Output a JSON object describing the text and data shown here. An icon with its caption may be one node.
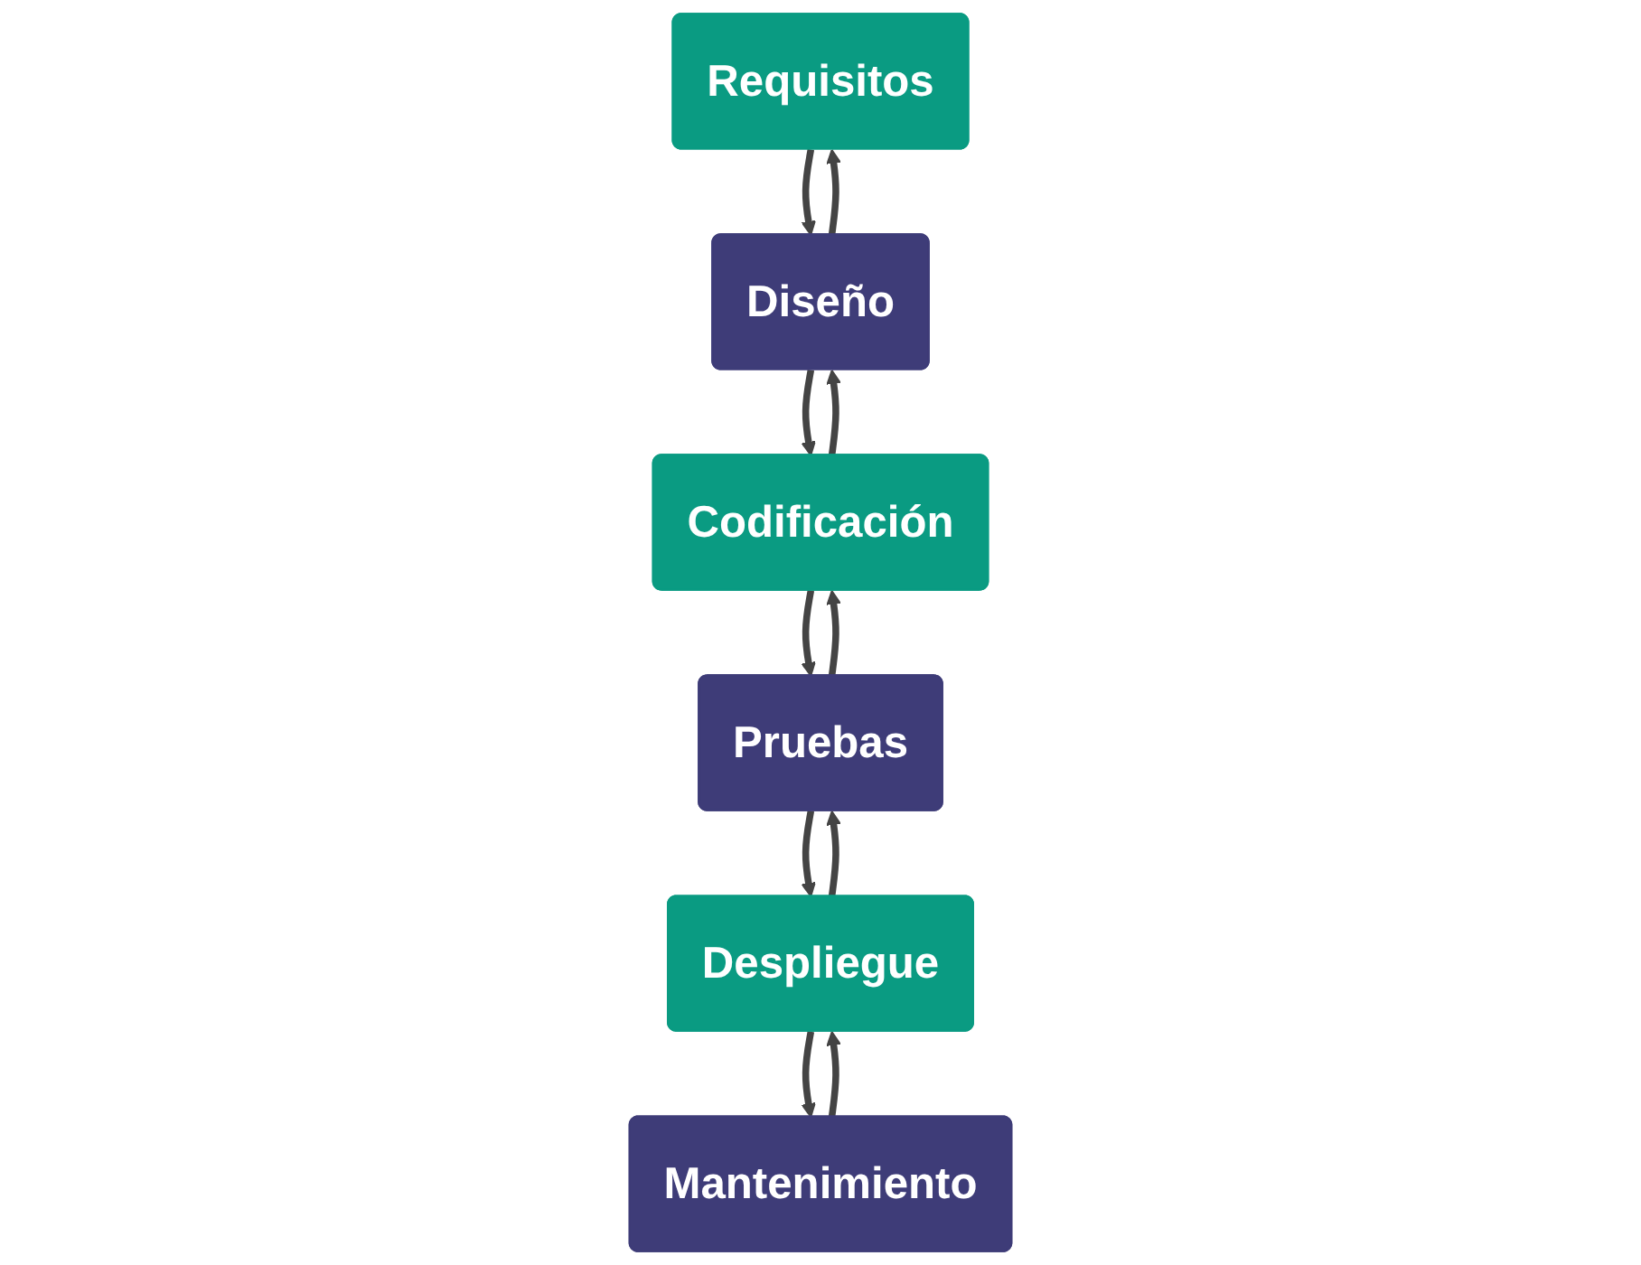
{
  "diagram": {
    "nodes": [
      {
        "text": [
          "Requisitos"
        ]
      },
      {
        "text": [
          "Diseño"
        ]
      },
      {
        "text": [
          "Codificación"
        ]
      },
      {
        "text": [
          "Pruebas"
        ]
      },
      {
        "text": [
          "Despliegue"
        ]
      },
      {
        "text": [
          "Mantenimiento"
        ]
      }
    ],
    "edges": [
      {
        "from": 0,
        "to": 1,
        "arrow": "to"
      },
      {
        "from": 1,
        "to": 2,
        "arrow": "to"
      },
      {
        "from": 2,
        "to": 3,
        "arrow": "to"
      },
      {
        "from": 3,
        "to": 4,
        "arrow": "to"
      },
      {
        "from": 4,
        "to": 5,
        "arrow": "to"
      },
      {
        "from": 1,
        "to": 0,
        "arrow": "to"
      },
      {
        "from": 2,
        "to": 1,
        "arrow": "to"
      },
      {
        "from": 3,
        "to": 2,
        "arrow": "to"
      },
      {
        "from": 4,
        "to": 3,
        "arrow": "to"
      },
      {
        "from": 5,
        "to": 4,
        "arrow": "to"
      }
    ]
  }
}
